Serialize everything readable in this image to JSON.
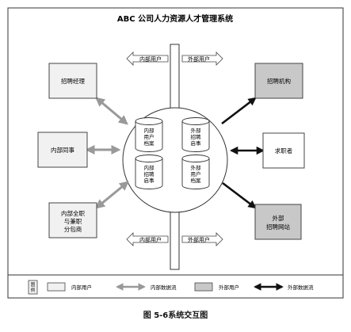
{
  "title": "ABC 公司人力资源人才管理系统",
  "caption": "图 5-6系统交互图",
  "internal_nodes": {
    "recruit_manager": "招聘经理",
    "colleague": "内部同事",
    "parttime_lines": [
      "内部全职",
      "与兼职",
      "分包商"
    ]
  },
  "external_nodes": {
    "agency": "招聘机构",
    "applicant": "求职者",
    "website_lines": [
      "外部",
      "招聘网站"
    ]
  },
  "databases": {
    "internal_profiles": [
      "内部",
      "用户",
      "档案"
    ],
    "external_postings": [
      "外部",
      "招聘",
      "启事"
    ],
    "internal_postings": [
      "内部",
      "招聘",
      "启事"
    ],
    "external_profiles": [
      "外部",
      "用户",
      "档案"
    ]
  },
  "flows": {
    "top_left": "内部用户",
    "top_right": "外部用户",
    "bottom_left": "内部用户",
    "bottom_right": "外部用户"
  },
  "legend": {
    "title": "图例",
    "internal_user": "内部用户",
    "internal_flow": "内部数据流",
    "external_user": "外部用户",
    "external_flow": "外部数据流"
  },
  "colors": {
    "internal_box": "#f1f1f1",
    "external_box": "#c8c8c8",
    "internal_arrow": "#999999",
    "external_arrow": "#111111"
  }
}
